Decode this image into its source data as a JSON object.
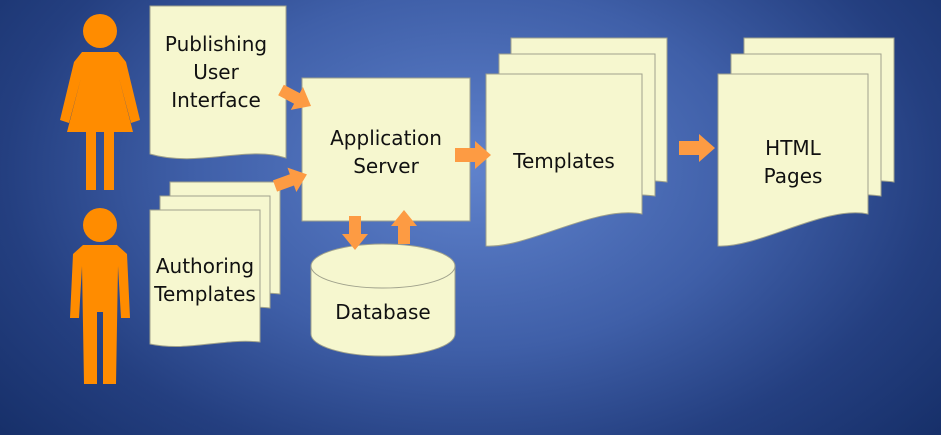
{
  "diagram": {
    "colors": {
      "paper": "#f6f7cf",
      "paper_edge": "#a0a28c",
      "figure": "#ff8c00",
      "arrow": "#fd9b43"
    },
    "actors": [
      {
        "kind": "woman-figure-icon"
      },
      {
        "kind": "man-figure-icon"
      }
    ],
    "nodes": {
      "publishing_ui": "Publishing\nUser\nInterface",
      "authoring_templates": "Authoring\nTemplates",
      "app_server": "Application\nServer",
      "database": "Database",
      "templates": "Templates",
      "html_pages": "HTML\nPages"
    }
  }
}
